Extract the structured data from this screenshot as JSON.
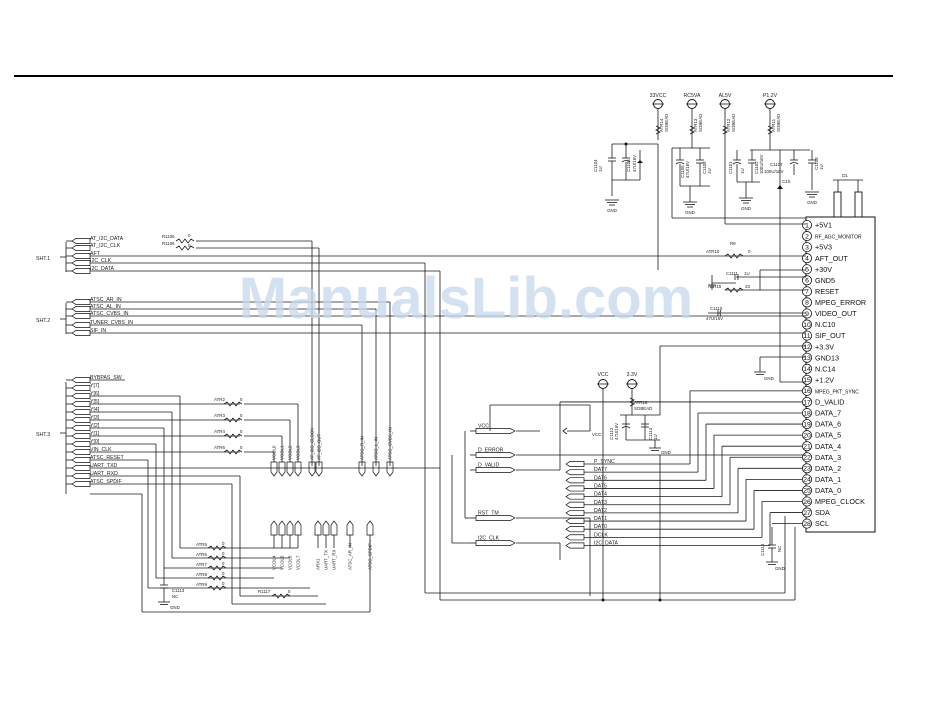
{
  "watermark": "ManualsLib.com",
  "sheet_labels": [
    "SHT.1",
    "SHT.2",
    "SHT.3"
  ],
  "connector": {
    "pins": [
      {
        "num": "1",
        "label": "+5V1"
      },
      {
        "num": "2",
        "label": "RF_AGC_MONITOR"
      },
      {
        "num": "3",
        "label": "+5V3"
      },
      {
        "num": "4",
        "label": "AFT_OUT"
      },
      {
        "num": "5",
        "label": "+30V"
      },
      {
        "num": "6",
        "label": "GND5"
      },
      {
        "num": "7",
        "label": "RESET"
      },
      {
        "num": "8",
        "label": "MPEG_ERROR"
      },
      {
        "num": "9",
        "label": "VIDEO_OUT"
      },
      {
        "num": "10",
        "label": "N.C10"
      },
      {
        "num": "11",
        "label": "SIF_OUT"
      },
      {
        "num": "12",
        "label": "+3.3V"
      },
      {
        "num": "13",
        "label": "GND13"
      },
      {
        "num": "14",
        "label": "N.C14"
      },
      {
        "num": "15",
        "label": "+1.2V"
      },
      {
        "num": "16",
        "label": "MPEG_PKT_SYNC"
      },
      {
        "num": "17",
        "label": "D_VALID"
      },
      {
        "num": "18",
        "label": "DATA_7"
      },
      {
        "num": "19",
        "label": "DATA_6"
      },
      {
        "num": "20",
        "label": "DATA_5"
      },
      {
        "num": "21",
        "label": "DATA_4"
      },
      {
        "num": "22",
        "label": "DATA_3"
      },
      {
        "num": "23",
        "label": "DATA_2"
      },
      {
        "num": "24",
        "label": "DATA_1"
      },
      {
        "num": "25",
        "label": "DATA_0"
      },
      {
        "num": "26",
        "label": "MPEG_CLOCK"
      },
      {
        "num": "27",
        "label": "SDA"
      },
      {
        "num": "28",
        "label": "SCL"
      }
    ]
  },
  "power_rails": [
    {
      "label": "33VCC",
      "part": "ATR14",
      "part_value": "SOBEAD"
    },
    {
      "label": "RC5VA",
      "part": "ATR13",
      "part_value": "SOBEAD"
    },
    {
      "label": "AL5V",
      "part": "ATR12",
      "part_value": "SOBEAD"
    },
    {
      "label": "P1.2V",
      "part": "ATR11",
      "part_value": "SOBEAD"
    }
  ],
  "power_caps": [
    {
      "ref": "C1104",
      "value": "1U"
    },
    {
      "ref": "C1103",
      "value": "47U/16V"
    },
    {
      "ref": "C1105",
      "value": "47U/16V"
    },
    {
      "ref": "C1106",
      "value": "1U"
    },
    {
      "ref": "C1101",
      "value": "1U"
    },
    {
      "ref": "C1102",
      "value": "100U/16V"
    },
    {
      "ref": "C1108",
      "value": "1U"
    },
    {
      "ref": "C1107",
      "value": "100U/16V"
    }
  ],
  "gnd_labels": [
    "GND",
    "GND",
    "GND",
    "GND",
    "GND",
    "GND",
    "GND"
  ],
  "sht1_nets": [
    "AT_I2C_DATA",
    "AT_I2C_CLK",
    "AFT",
    "I2C_CLK",
    "I2C_DATA"
  ],
  "sht2_nets": [
    "ATSC_AR_IN",
    "ATSC_AL_IN",
    "ATSC_CVBS_IN",
    "TUNER_CVBS_IN",
    "SIF_IN"
  ],
  "sht3_nets": [
    "BYBPAS_SW",
    "Y[7]",
    "Y[6]",
    "Y[5]",
    "Y[4]",
    "Y[3]",
    "Y[2]",
    "Y[1]",
    "Y[0]",
    "VIN_CLK",
    "ATSC_RESET",
    "UART_TXD",
    "UART_RXD",
    "ATSC_SPDIF"
  ],
  "resistors_top": [
    {
      "ref": "R1105",
      "value": "0"
    },
    {
      "ref": "R1106",
      "value": "0"
    },
    {
      "ref": "ATR10",
      "value": "0"
    },
    {
      "ref": "ATR15",
      "value": "33"
    }
  ],
  "caps_mid": [
    {
      "ref": "C1111",
      "value": "1U"
    },
    {
      "ref": "C1110",
      "value": "47U/16V"
    }
  ],
  "resistors_sht3": [
    {
      "ref": "ATR2",
      "value": "0"
    },
    {
      "ref": "ATR3",
      "value": "0"
    },
    {
      "ref": "ATR4",
      "value": "0"
    },
    {
      "ref": "ATR6",
      "value": "0"
    }
  ],
  "resistors_bottom": [
    {
      "ref": "ATR5",
      "value": "0"
    },
    {
      "ref": "ATR6",
      "value": "0"
    },
    {
      "ref": "ATR7",
      "value": "0"
    },
    {
      "ref": "ATR8",
      "value": "0"
    },
    {
      "ref": "ATR9",
      "value": "0"
    },
    {
      "ref": "R1117",
      "value": "0"
    }
  ],
  "vcol_top": [
    "VCOL0",
    "VCOL1",
    "VCOL2",
    "VCOL3",
    "AT_I2C_CLOCK",
    "AT_I2C_OUT",
    "ATSC_R_IN",
    "ATSC_L_IN",
    "ATSC_CVBS_IN"
  ],
  "vcol_bottom": [
    "VCOL4",
    "VCOL5",
    "VCOL6",
    "VCOL7",
    "ARX1",
    "UART_TX",
    "UART_RX",
    "ATSC_AR_IN",
    "ATSC_SPDIF"
  ],
  "mid_ports": [
    "VCC",
    "D_ERROR",
    "D_VALID",
    "RST_TM",
    "I2C_CLK"
  ],
  "vcc_label": "VCC",
  "v33_label": "3.3V",
  "atr18": {
    "ref": "ATR18",
    "value": "SOBEAD"
  },
  "c_small": [
    {
      "ref": "C1113",
      "value": "1U"
    },
    {
      "ref": "C1112",
      "value": "47U/16V"
    }
  ],
  "bus_labels": [
    "P_SYNC",
    "DAT7",
    "DAT6",
    "DAT5",
    "DAT4",
    "DAT3",
    "DAT2",
    "DAT1",
    "DAT0",
    "DCLK",
    "I2C_DATA"
  ],
  "c1114": {
    "ref": "C1114",
    "value": "NC"
  },
  "c1113b": {
    "ref": "C1113",
    "value": "NC"
  },
  "misc": {
    "r_mark": "R9",
    "c_mark": "C1S",
    "d_mark": "D1"
  }
}
